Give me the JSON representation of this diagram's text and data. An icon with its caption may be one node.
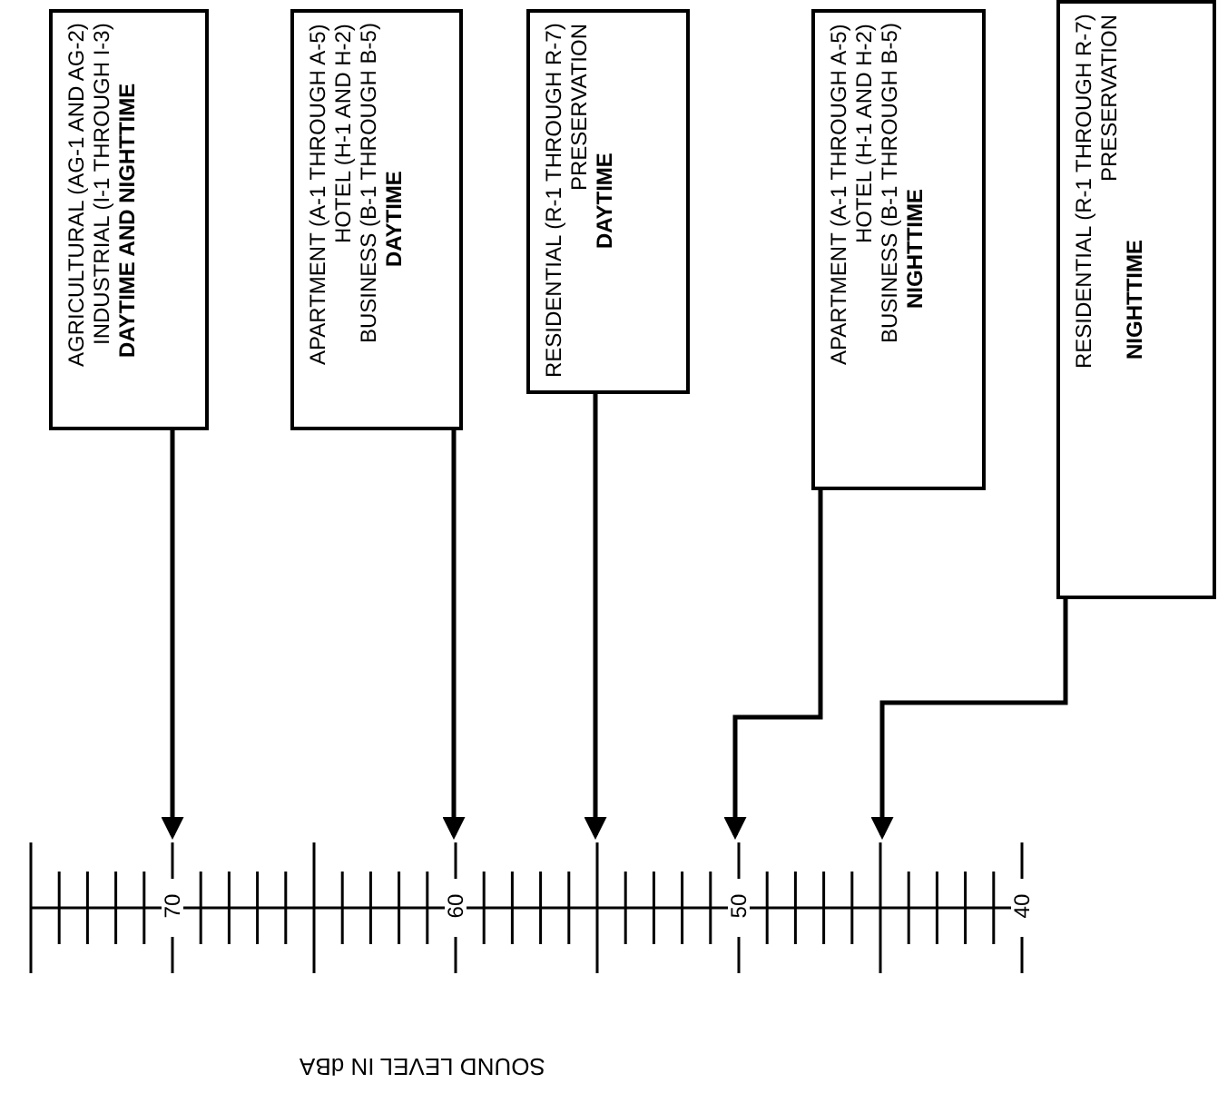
{
  "diagram": {
    "nodes": [
      {
        "text": [
          "AGRICULTURAL (AG-1 AND AG-2)",
          "INDUSTRIAL (I-1 THROUGH I-3)",
          "DAYTIME AND NIGHTTIME"
        ]
      },
      {
        "text": [
          "APARTMENT (A-1 THROUGH A-5)",
          "HOTEL (H-1 AND H-2)",
          "BUSINESS (B-1 THROUGH B-5)",
          "DAYTIME"
        ]
      },
      {
        "text": [
          "RESIDENTIAL (R-1 THROUGH R-7)",
          "PRESERVATION",
          "DAYTIME"
        ]
      },
      {
        "text": [
          "APARTMENT (A-1 THROUGH A-5)",
          "HOTEL (H-1 AND H-2)",
          "BUSINESS (B-1 THROUGH B-5)",
          "NIGHTTIME"
        ]
      },
      {
        "text": [
          "RESIDENTIAL (R-1 THROUGH R-7)",
          "PRESERVATION",
          "NIGHTTIME"
        ]
      },
      {
        "text": [],
        "shape": "bar"
      }
    ],
    "edges": [
      {
        "from": 0,
        "to": 5,
        "arrow": "to"
      },
      {
        "from": 1,
        "to": 5,
        "arrow": "to"
      },
      {
        "from": 2,
        "to": 5,
        "arrow": "to"
      },
      {
        "from": 3,
        "to": 5,
        "arrow": "to"
      },
      {
        "from": 4,
        "to": 5,
        "arrow": "to"
      }
    ],
    "labels": [
      "70",
      "60",
      "50",
      "40",
      "SOUND LEVEL IN dBA"
    ]
  }
}
